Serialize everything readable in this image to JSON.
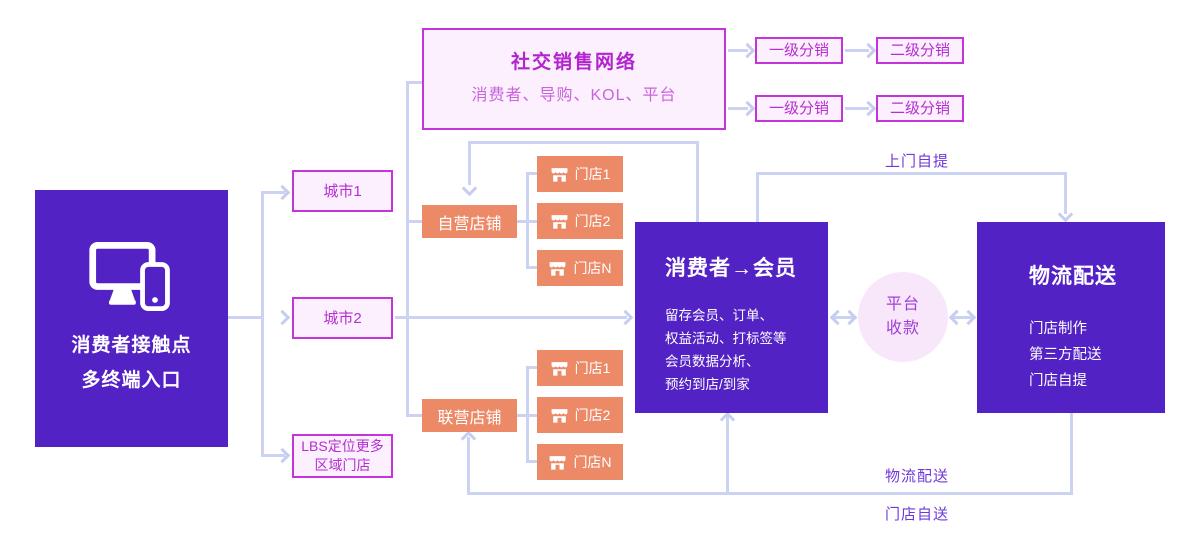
{
  "colors": {
    "primary_purple": "#5322C5",
    "orange": "#EC8A68",
    "pink_fill": "#FCEFFE",
    "magenta_border": "#C335D8",
    "magenta_text": "#B52FD0",
    "line_lavender": "#CCD2F2",
    "flow_label_purple": "#7038DA",
    "circle_fill": "#F8E7FB"
  },
  "main": {
    "line1": "消费者接触点",
    "line2": "多终端入口"
  },
  "cities": {
    "city1": "城市1",
    "city2": "城市2",
    "lbs_line1": "LBS定位更多",
    "lbs_line2": "区域门店"
  },
  "social": {
    "title": "社交销售网络",
    "subtitle": "消费者、导购、KOL、平台"
  },
  "distribution": {
    "level1": "一级分销",
    "level2": "二级分销"
  },
  "shops": {
    "self": "自营店铺",
    "joint": "联营店铺",
    "stores": [
      "门店1",
      "门店2",
      "门店N"
    ]
  },
  "member": {
    "title": "消费者→会员",
    "lines": [
      "留存会员、订单、",
      "权益活动、打标签等",
      "会员数据分析、",
      "预约到店/到家"
    ]
  },
  "platform": {
    "line1": "平台",
    "line2": "收款"
  },
  "logistics": {
    "title": "物流配送",
    "lines": [
      "门店制作",
      "第三方配送",
      "门店自提"
    ]
  },
  "flow_labels": {
    "pickup": "上门自提",
    "delivery": "物流配送",
    "self_delivery": "门店自送"
  }
}
